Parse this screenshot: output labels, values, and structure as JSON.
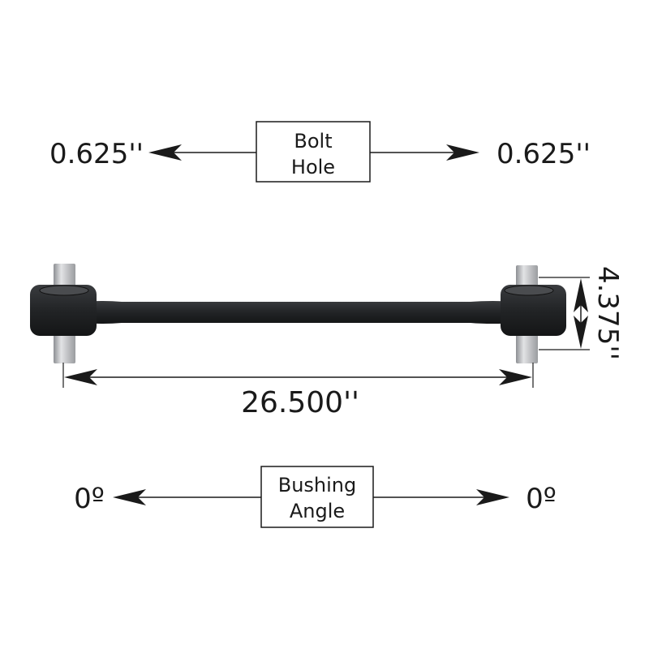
{
  "bolt_hole": {
    "label_line1": "Bolt",
    "label_line2": "Hole",
    "left_value": "0.625''",
    "right_value": "0.625''"
  },
  "dimensions": {
    "length": "26.500''",
    "eye_width": "4.375''"
  },
  "bushing_angle": {
    "label_line1": "Bushing",
    "label_line2": "Angle",
    "left_value": "0º",
    "right_value": "0º"
  },
  "colors": {
    "rod": "#222426",
    "pin": "#c4c6c8",
    "line": "#1a1a1a"
  }
}
